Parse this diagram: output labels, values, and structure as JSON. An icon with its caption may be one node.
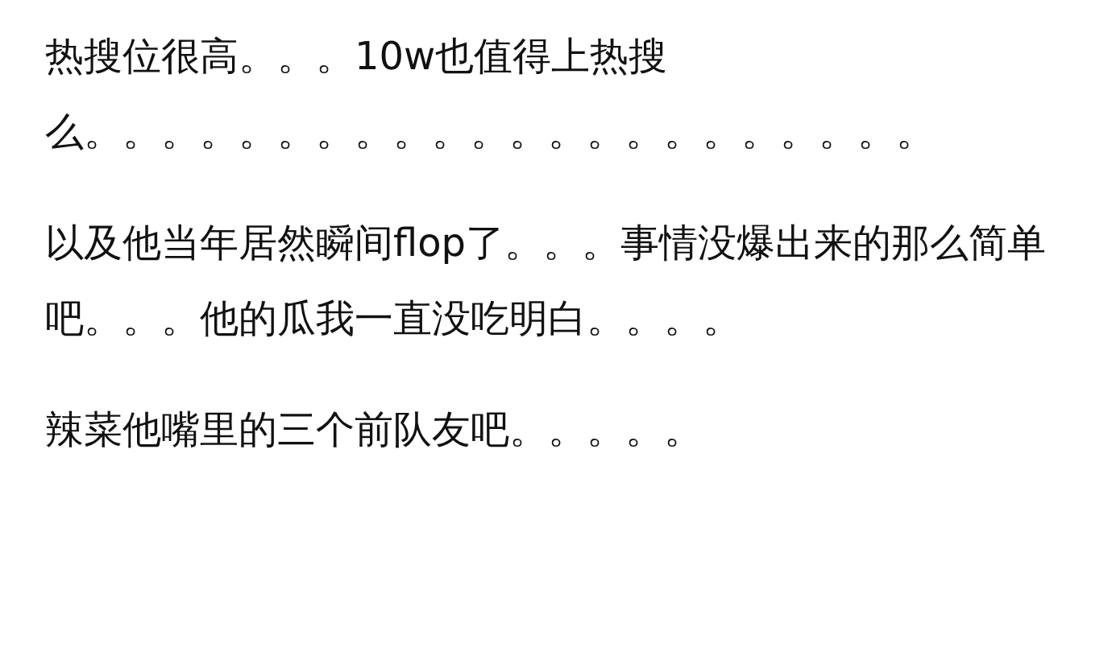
{
  "diagram": {
    "labels": [
      "热搜位很高。。。10w也值得上热搜么。。。。。。。。。。。。。。。。。。。。。。",
      "以及他当年居然瞬间flop了。。。事情没爆出来的那么简单吧。。。他的瓜我一直没吃明白。。。。",
      "辣菜他嘴里的三个前队友吧。。。。。"
    ]
  }
}
